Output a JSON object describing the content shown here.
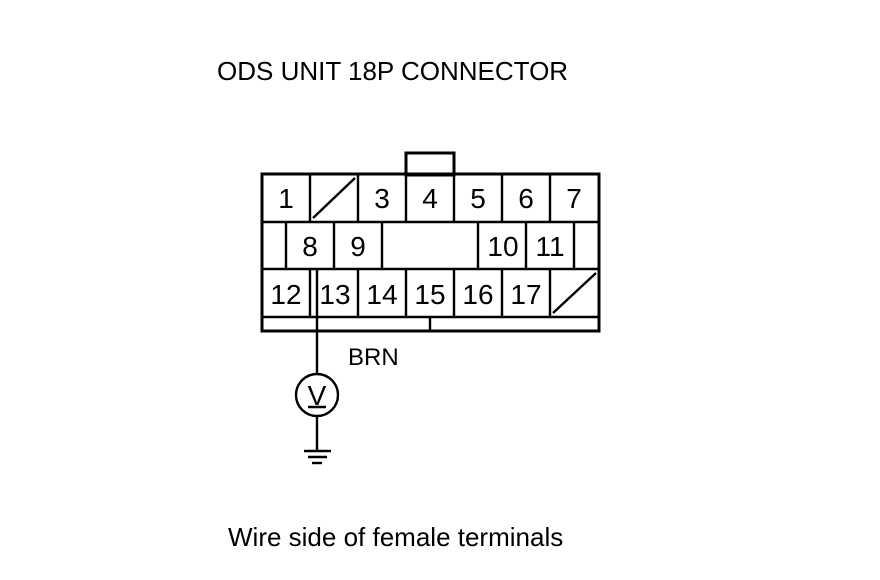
{
  "diagram": {
    "title": "ODS UNIT 18P CONNECTOR",
    "caption": "Wire side of female terminals",
    "wire_label": "BRN",
    "meter_symbol": "V",
    "connector": {
      "row1": [
        "1",
        "",
        "3",
        "4",
        "5",
        "6",
        "7"
      ],
      "row2": [
        "8",
        "9",
        "10",
        "11"
      ],
      "row3": [
        "12",
        "13",
        "14",
        "15",
        "16",
        "17",
        ""
      ]
    },
    "icons": [
      "voltmeter-icon",
      "ground-icon"
    ]
  }
}
